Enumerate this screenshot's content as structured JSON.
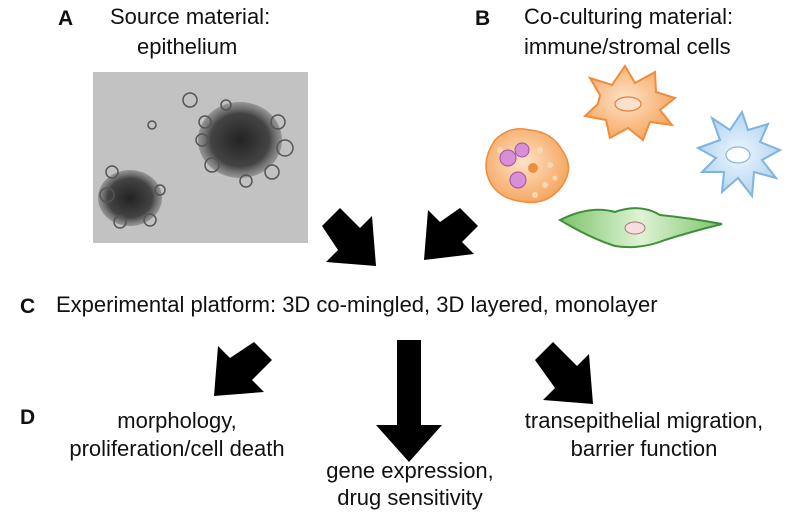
{
  "panels": {
    "a": {
      "letter": "A",
      "title_line1": "Source material:",
      "title_line2": "epithelium",
      "image": "micrograph-of-epithelial-organoids"
    },
    "b": {
      "letter": "B",
      "title_line1": "Co-culturing material:",
      "title_line2": "immune/stromal cells",
      "cells": [
        "mast-cell-orange-with-granules",
        "dendritic-cell-orange",
        "dendritic-cell-blue",
        "fibroblast-green"
      ]
    },
    "c": {
      "letter": "C",
      "text": "Experimental platform: 3D co-mingled, 3D layered, monolayer"
    },
    "d": {
      "letter": "D",
      "outcome_left_line1": "morphology,",
      "outcome_left_line2": "proliferation/cell death",
      "outcome_center_line1": "gene expression,",
      "outcome_center_line2": "drug sensitivity",
      "outcome_right_line1": "transepithelial migration,",
      "outcome_right_line2": "barrier function"
    }
  },
  "colors": {
    "arrow": "#000000",
    "orange_cell": "#f5a35a",
    "blue_cell": "#a8cff0",
    "green_cell": "#9fd68a",
    "micrograph_bg": "#bdbdbd"
  }
}
